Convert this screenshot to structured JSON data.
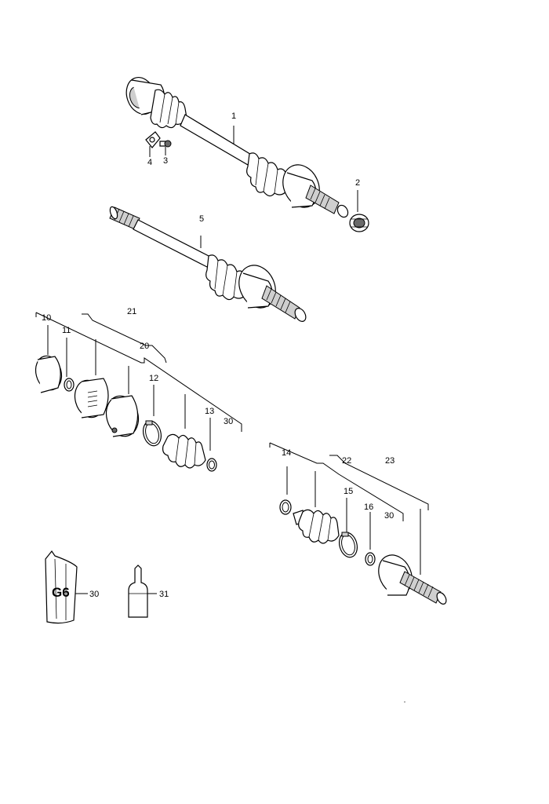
{
  "callouts": {
    "c1": "1",
    "c2": "2",
    "c3": "3",
    "c4": "4",
    "c5": "5",
    "c10": "10",
    "c11": "11",
    "c12": "12",
    "c13": "13",
    "c14": "14",
    "c15": "15",
    "c16": "16",
    "c20": "20",
    "c21": "21",
    "c22": "22",
    "c23": "23",
    "c30a": "30",
    "c30b": "30",
    "c30c": "30",
    "c31": "31"
  },
  "grease_tube_text": "G6"
}
